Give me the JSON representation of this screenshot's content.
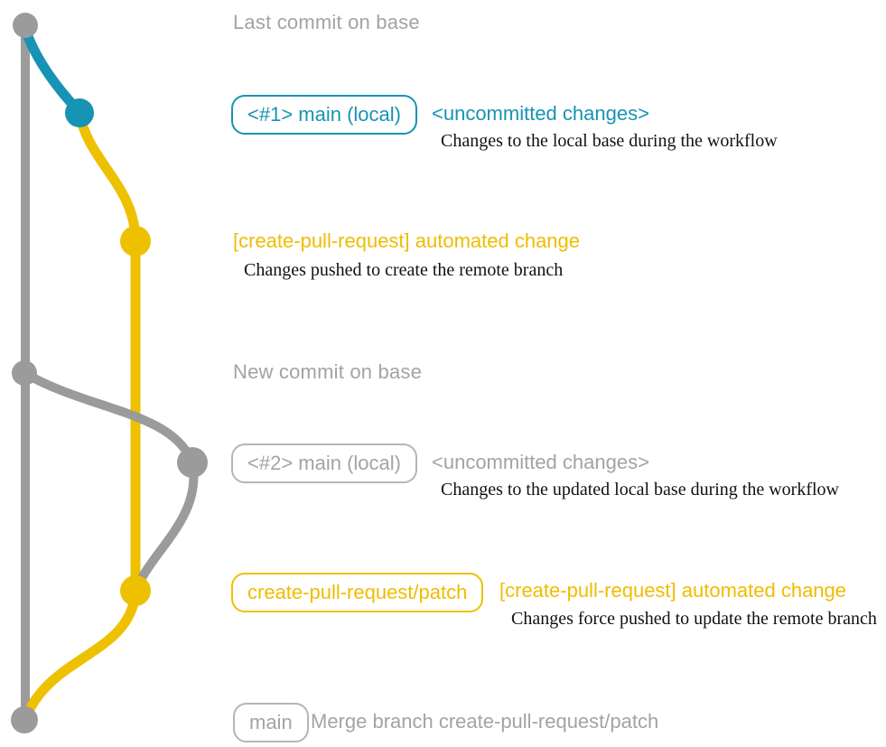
{
  "colors": {
    "teal": "#1793b4",
    "yellow": "#eec100",
    "yellow_text": "#f0bc00",
    "gray_graph": "#9b9b9b",
    "gray_text": "#a3a3a3",
    "gray_border": "#b5b5b5",
    "desc_text": "#111111",
    "bg": "#ffffff"
  },
  "graph": {
    "branches": [
      {
        "name": "base-branch",
        "color": "gray"
      },
      {
        "name": "local-main-branch",
        "color": "teal"
      },
      {
        "name": "create-pull-request-patch-branch",
        "color": "yellow"
      }
    ]
  },
  "rows": {
    "last_commit": {
      "label": "Last commit on base"
    },
    "commit1": {
      "badge": "<#1> main (local)",
      "annotation": "<uncommitted changes>",
      "description": "Changes to the local base during the workflow"
    },
    "push1": {
      "label": "[create-pull-request] automated change",
      "description": "Changes pushed to create the remote branch"
    },
    "new_commit": {
      "label": "New commit on base"
    },
    "commit2": {
      "badge": "<#2> main (local)",
      "annotation": "<uncommitted changes>",
      "description": "Changes to the updated local base during the workflow"
    },
    "push2": {
      "badge": "create-pull-request/patch",
      "label": "[create-pull-request] automated change",
      "description": "Changes force pushed to update the remote branch"
    },
    "merge": {
      "badge": "main",
      "label": "Merge branch create-pull-request/patch"
    }
  }
}
